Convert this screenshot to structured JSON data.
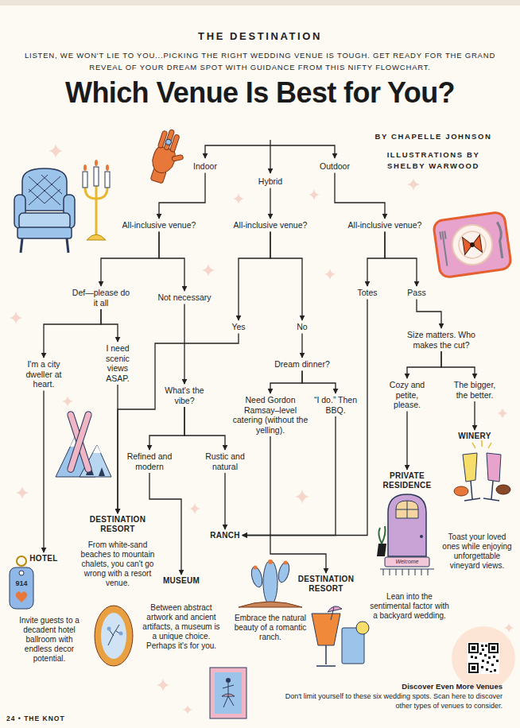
{
  "diagram": {
    "title": "Which Venue Is Best for You?",
    "nodes": [
      {
        "text": [
          "Indoor"
        ]
      },
      {
        "text": [
          "Hybrid"
        ]
      },
      {
        "text": [
          "Outdoor"
        ]
      },
      {
        "text": [
          "All-inclusive venue?"
        ]
      },
      {
        "text": [
          "All-inclusive venue?"
        ]
      },
      {
        "text": [
          "All-inclusive venue?"
        ]
      },
      {
        "text": [
          "Def—please do it all"
        ]
      },
      {
        "text": [
          "Not necessary"
        ]
      },
      {
        "text": [
          "Yes"
        ]
      },
      {
        "text": [
          "No"
        ]
      },
      {
        "text": [
          "Totes"
        ]
      },
      {
        "text": [
          "Pass"
        ]
      },
      {
        "text": [
          "I'm a city dweller at heart."
        ]
      },
      {
        "text": [
          "I need scenic views ASAP."
        ]
      },
      {
        "text": [
          "Size matters. Who makes the cut?"
        ]
      },
      {
        "text": [
          "Dream dinner?"
        ]
      },
      {
        "text": [
          "What's the vibe?"
        ]
      },
      {
        "text": [
          "Need Gordon Ramsay–level catering (without the yelling)."
        ]
      },
      {
        "text": [
          "“I do.” Then BBQ."
        ]
      },
      {
        "text": [
          "Cozy and petite, please."
        ]
      },
      {
        "text": [
          "The bigger, the better."
        ]
      },
      {
        "text": [
          "WINERY",
          "Toast your loved ones while enjoying unforgettable vineyard views."
        ]
      },
      {
        "text": [
          "Refined and modern"
        ]
      },
      {
        "text": [
          "Rustic and natural"
        ]
      },
      {
        "text": [
          "PRIVATE RESIDENCE",
          "Lean into the sentimental factor with a backyard wedding."
        ]
      },
      {
        "text": [
          "DESTINATION RESORT",
          "From white-sand beaches to mountain chalets, you can't go wrong with a resort venue."
        ]
      },
      {
        "text": [
          "RANCH",
          "Embrace the natural beauty of a romantic ranch."
        ]
      },
      {
        "text": [
          "HOTEL",
          "Invite guests to a decadent hotel ballroom with endless decor potential."
        ]
      },
      {
        "text": [
          "MUSEUM",
          "Between abstract artwork and ancient artifacts, a museum is a unique choice. Perhaps it's for you."
        ]
      },
      {
        "text": [
          "DESTINATION RESORT"
        ]
      }
    ],
    "edges": [
      {
        "from": 0,
        "to": 3,
        "arrow": "to"
      },
      {
        "from": 1,
        "to": 4,
        "arrow": "to"
      },
      {
        "from": 2,
        "to": 5,
        "arrow": "to"
      },
      {
        "from": 3,
        "to": 6,
        "arrow": "to"
      },
      {
        "from": 3,
        "to": 7,
        "arrow": "to"
      },
      {
        "from": 4,
        "to": 8,
        "arrow": "to"
      },
      {
        "from": 4,
        "to": 9,
        "arrow": "to"
      },
      {
        "from": 5,
        "to": 10,
        "arrow": "to"
      },
      {
        "from": 5,
        "to": 11,
        "arrow": "to"
      },
      {
        "from": 6,
        "to": 12,
        "arrow": "to"
      },
      {
        "from": 6,
        "to": 13,
        "arrow": "to"
      },
      {
        "from": 7,
        "to": 16,
        "arrow": "to"
      },
      {
        "from": 8,
        "to": 25,
        "arrow": "to"
      },
      {
        "from": 13,
        "to": 25,
        "arrow": "to"
      },
      {
        "from": 9,
        "to": 15,
        "arrow": "to"
      },
      {
        "from": 10,
        "to": 26,
        "arrow": "to"
      },
      {
        "from": 11,
        "to": 14,
        "arrow": "to"
      },
      {
        "from": 14,
        "to": 19,
        "arrow": "to"
      },
      {
        "from": 14,
        "to": 20,
        "arrow": "to"
      },
      {
        "from": 15,
        "to": 17,
        "arrow": "to"
      },
      {
        "from": 15,
        "to": 18,
        "arrow": "to"
      },
      {
        "from": 16,
        "to": 22,
        "arrow": "to"
      },
      {
        "from": 16,
        "to": 23,
        "arrow": "to"
      },
      {
        "from": 17,
        "to": 29,
        "arrow": "to"
      },
      {
        "from": 18,
        "to": 26,
        "arrow": "to"
      },
      {
        "from": 19,
        "to": 24,
        "arrow": "to"
      },
      {
        "from": 20,
        "to": 21,
        "arrow": "to"
      },
      {
        "from": 22,
        "to": 28,
        "arrow": "to"
      },
      {
        "from": 23,
        "to": 26,
        "arrow": "to"
      },
      {
        "from": 12,
        "to": 27,
        "arrow": "to"
      }
    ],
    "labels": [
      "THE DESTINATION",
      "LISTEN, WE WON'T LIE TO YOU...PICKING THE RIGHT WEDDING VENUE IS TOUGH. GET READY FOR THE GRAND REVEAL OF YOUR DREAM SPOT WITH GUIDANCE FROM THIS NIFTY FLOWCHART.",
      "BY CHAPELLE JOHNSON",
      "ILLUSTRATIONS BY SHELBY WARWOOD",
      "914",
      "Welcome",
      "Discover Even More Venues",
      "Don't limit yourself to these six wedding spots. Scan here to discover other types of venues to consider.",
      "24 • THE KNOT"
    ]
  }
}
